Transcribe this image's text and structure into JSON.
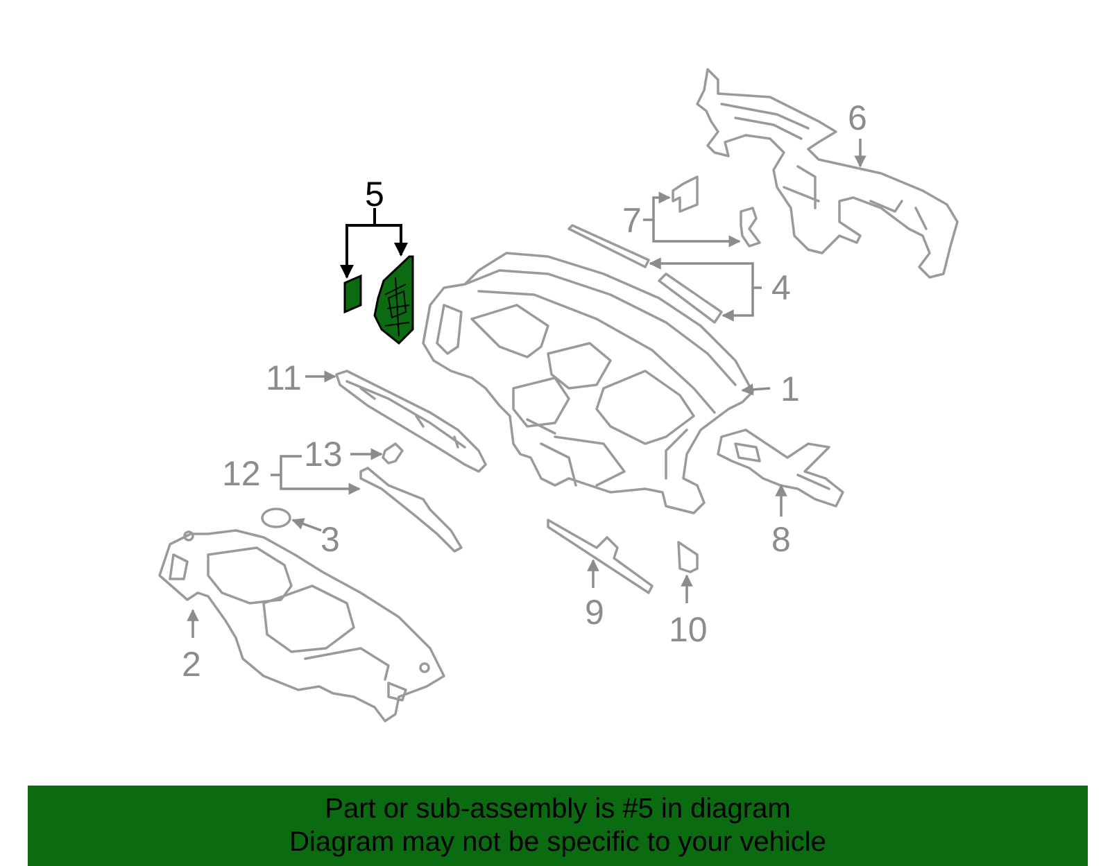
{
  "diagram": {
    "callouts": [
      "1",
      "2",
      "3",
      "4",
      "5",
      "6",
      "7",
      "8",
      "9",
      "10",
      "11",
      "12",
      "13"
    ],
    "highlighted_callout": "5",
    "highlight_color": "#0b6b10",
    "part_line_color": "#9a9a9a"
  },
  "banner": {
    "line1": "Part or sub-assembly is #5 in diagram",
    "line2": "Diagram may not be specific to your vehicle",
    "background": "#0b6b10"
  }
}
